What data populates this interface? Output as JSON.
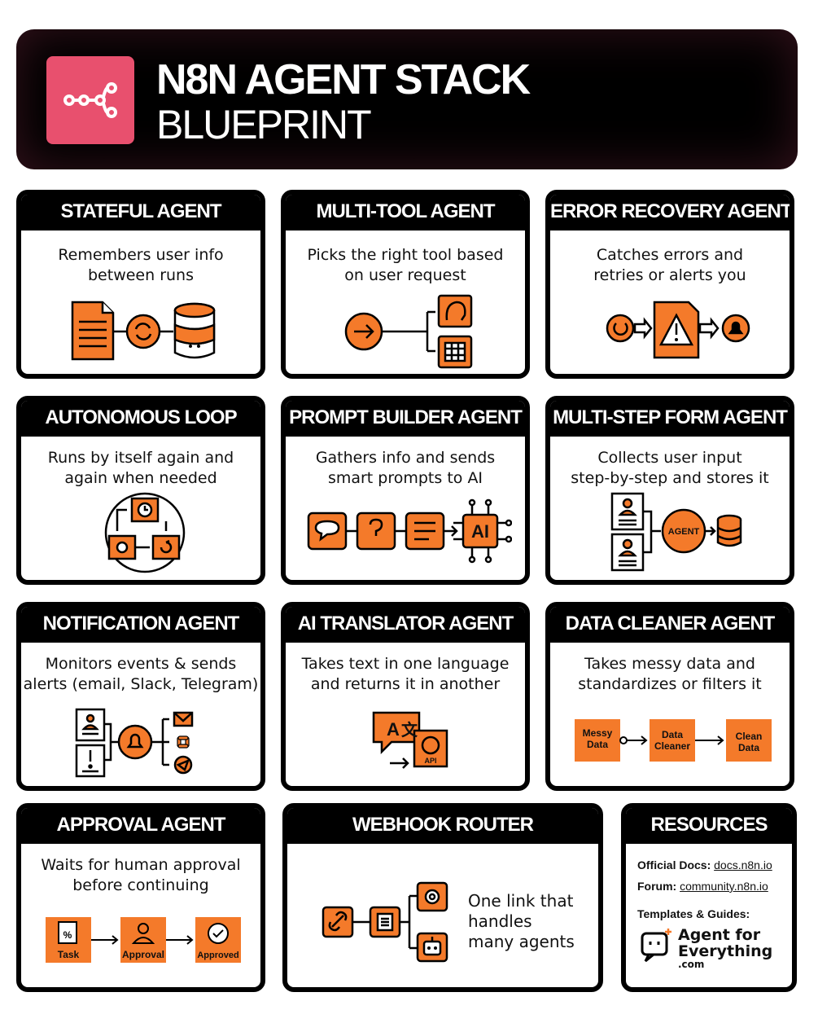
{
  "header": {
    "title_line1": "N8N AGENT STACK",
    "title_line2": "BLUEPRINT",
    "logo_icon": "n8n-flow-icon"
  },
  "colors": {
    "accent": "#f47a2a",
    "brand_pink": "#e8506e",
    "ink": "#000000"
  },
  "cards": {
    "stateful": {
      "title": "STATEFUL AGENT",
      "desc": [
        "Remembers user info",
        "between runs"
      ]
    },
    "multitool": {
      "title": "MULTI-TOOL AGENT",
      "desc": [
        "Picks the right tool based",
        "on user request"
      ]
    },
    "errorrecovery": {
      "title": "ERROR RECOVERY AGENT",
      "desc": [
        "Catches errors and",
        "retries or alerts you"
      ]
    },
    "autonomous": {
      "title": "AUTONOMOUS LOOP",
      "desc": [
        "Runs by itself again and",
        "again when needed"
      ]
    },
    "promptbuilder": {
      "title": "PROMPT BUILDER AGENT",
      "desc": [
        "Gathers info and sends",
        "smart prompts to AI"
      ],
      "ai_label": "AI"
    },
    "multistep": {
      "title": "MULTI-STEP FORM AGENT",
      "desc": [
        "Collects user input",
        "step-by-step and stores it"
      ],
      "agent_label": "AGENT"
    },
    "notification": {
      "title": "NOTIFICATION AGENT",
      "desc": [
        "Monitors events & sends",
        "alerts (email, Slack, Telegram)"
      ]
    },
    "translator": {
      "title": "AI TRANSLATOR AGENT",
      "desc": [
        "Takes text in one language",
        "and returns it in another"
      ],
      "api_label": "API",
      "glyph_a": "A",
      "glyph_b": "文"
    },
    "datacleaner": {
      "title": "DATA CLEANER AGENT",
      "desc": [
        "Takes messy data and",
        "standardizes or filters it"
      ],
      "boxes": [
        [
          "Messy",
          "Data"
        ],
        [
          "Data",
          "Cleaner"
        ],
        [
          "Clean",
          "Data"
        ]
      ]
    },
    "approval": {
      "title": "APPROVAL AGENT",
      "desc": [
        "Waits for human approval",
        "before continuing"
      ],
      "steps": [
        "Task",
        "Approval",
        "Approved"
      ]
    },
    "webhook": {
      "title": "WEBHOOK ROUTER",
      "desc": [
        "One link that",
        "handles",
        "many agents"
      ]
    },
    "resources": {
      "title": "RESOURCES",
      "docs_label": "Official Docs:",
      "docs_link": "docs.n8n.io",
      "forum_label": "Forum:",
      "forum_link": "community.n8n.io",
      "templates_label": "Templates & Guides:",
      "brand_line1": "Agent for",
      "brand_line2": "Everything",
      "brand_line3": ".com"
    }
  }
}
